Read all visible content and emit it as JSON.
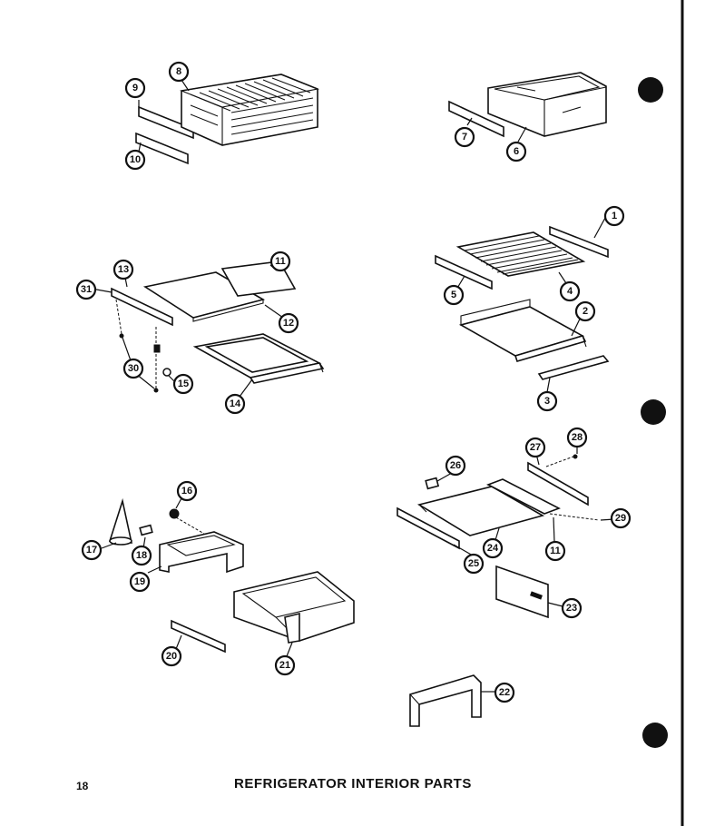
{
  "page": {
    "number": "18",
    "title": "REFRIGERATOR INTERIOR PARTS"
  },
  "callouts": {
    "c1": "1",
    "c2": "2",
    "c3": "3",
    "c4": "4",
    "c5": "5",
    "c6": "6",
    "c7": "7",
    "c8": "8",
    "c9": "9",
    "c10": "10",
    "c11a": "11",
    "c11b": "11",
    "c12": "12",
    "c13": "13",
    "c14": "14",
    "c15": "15",
    "c16": "16",
    "c17": "17",
    "c18": "18",
    "c19": "19",
    "c20": "20",
    "c21": "21",
    "c22": "22",
    "c23": "23",
    "c24": "24",
    "c25": "25",
    "c26": "26",
    "c27": "27",
    "c28": "28",
    "c29": "29",
    "c30": "30",
    "c31": "31"
  },
  "colors": {
    "ink": "#111111",
    "paper": "#ffffff"
  }
}
